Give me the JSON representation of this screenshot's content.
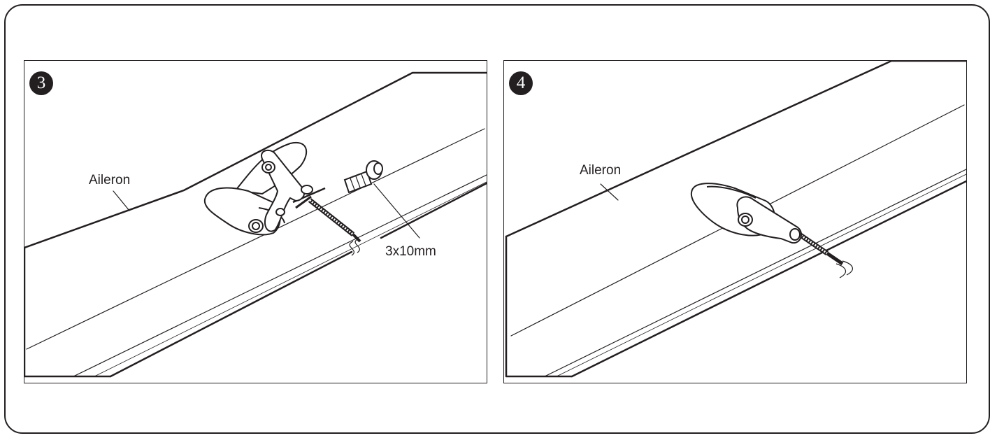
{
  "steps": [
    {
      "number": "3",
      "label_aileron": "Aileron",
      "label_screw": "3x10mm"
    },
    {
      "number": "4",
      "label_aileron": "Aileron"
    }
  ],
  "colors": {
    "ink": "#231f20",
    "background": "#ffffff"
  },
  "icons": [
    "step-number-badge",
    "control-horn",
    "screw",
    "pushrod"
  ]
}
